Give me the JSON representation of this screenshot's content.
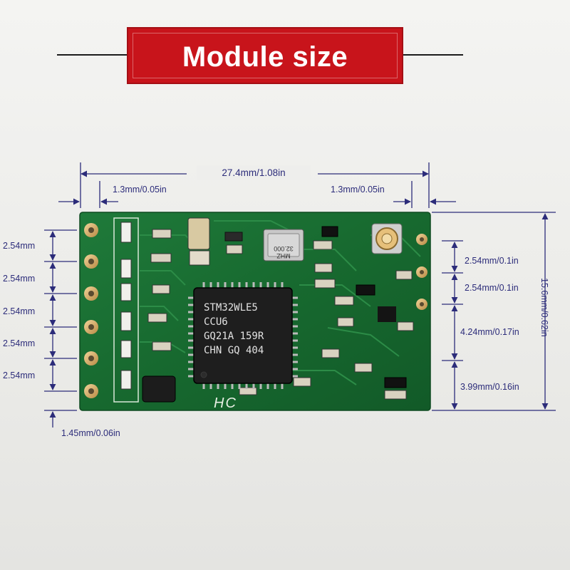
{
  "title": "Module size",
  "dimensions": {
    "width_total": "27.4mm/1.08in",
    "edge_left": "1.3mm/0.05in",
    "edge_right": "1.3mm/0.05in",
    "height_total": "15.6mm/0.62in",
    "pin_pitch_left": [
      "2.54mm",
      "2.54mm",
      "2.54mm",
      "2.54mm",
      "2.54mm"
    ],
    "bottom_offset": "1.45mm/0.06in",
    "right_pitch_1": "2.54mm/0.1in",
    "right_pitch_2": "2.54mm/0.1in",
    "right_gap_3": "4.24mm/0.17in",
    "right_gap_4": "3.99mm/0.16in"
  },
  "chip": {
    "line1": "STM32WLE5",
    "line2": "CCU6",
    "line3": "GQ21A 159R",
    "line4": "CHN GQ  404"
  },
  "crystal": {
    "line1": "32.000",
    "line2": "MHZ"
  },
  "silkscreen_logo": "HC"
}
